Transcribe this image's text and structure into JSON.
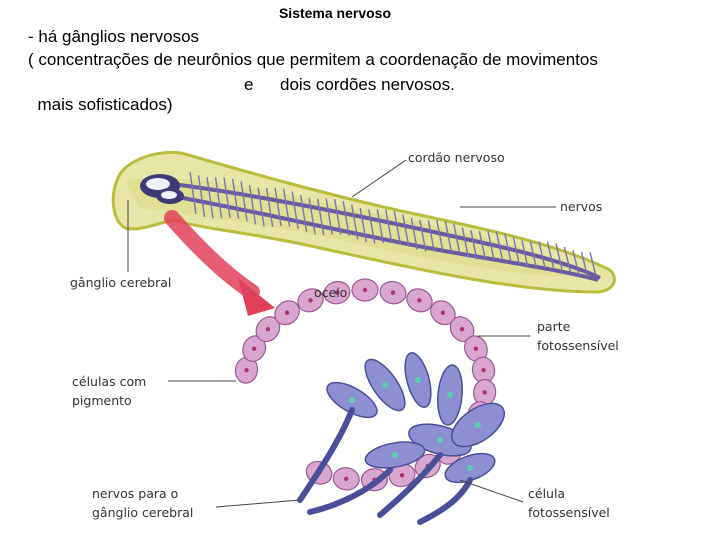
{
  "slide": {
    "title": "Sistema nervoso",
    "line1": "- há gânglios nervosos",
    "line2": "( concentrações de neurônios que permitem a coordenação de movimentos",
    "line3_a": "mais sofisticados)",
    "line3_b": "e",
    "line3_c": "dois cordões nervosos."
  },
  "figure": {
    "labels": {
      "cordao": "cordão nervoso",
      "nervos": "nervos",
      "ganglio": "gânglio cerebral",
      "ocelo": "ocelo",
      "parte_1": "parte",
      "parte_2": "fotossensível",
      "celulas_1": "células com",
      "celulas_2": "pigmento",
      "nervos_para_1": "nervos para o",
      "nervos_para_2": "gânglio cerebral",
      "celula_1": "célula",
      "celula_2": "fotossensível"
    },
    "colors": {
      "worm_body": "#e6e4a0",
      "worm_edge": "#b8bb3a",
      "nerve": "#6a5aa0",
      "arrow": "#e0405a",
      "pigment_cell": "#d9a6cf",
      "pigment_border": "#9a5a90",
      "photo_cell": "#8d8fcf",
      "photo_dark": "#4a4f9a"
    }
  }
}
